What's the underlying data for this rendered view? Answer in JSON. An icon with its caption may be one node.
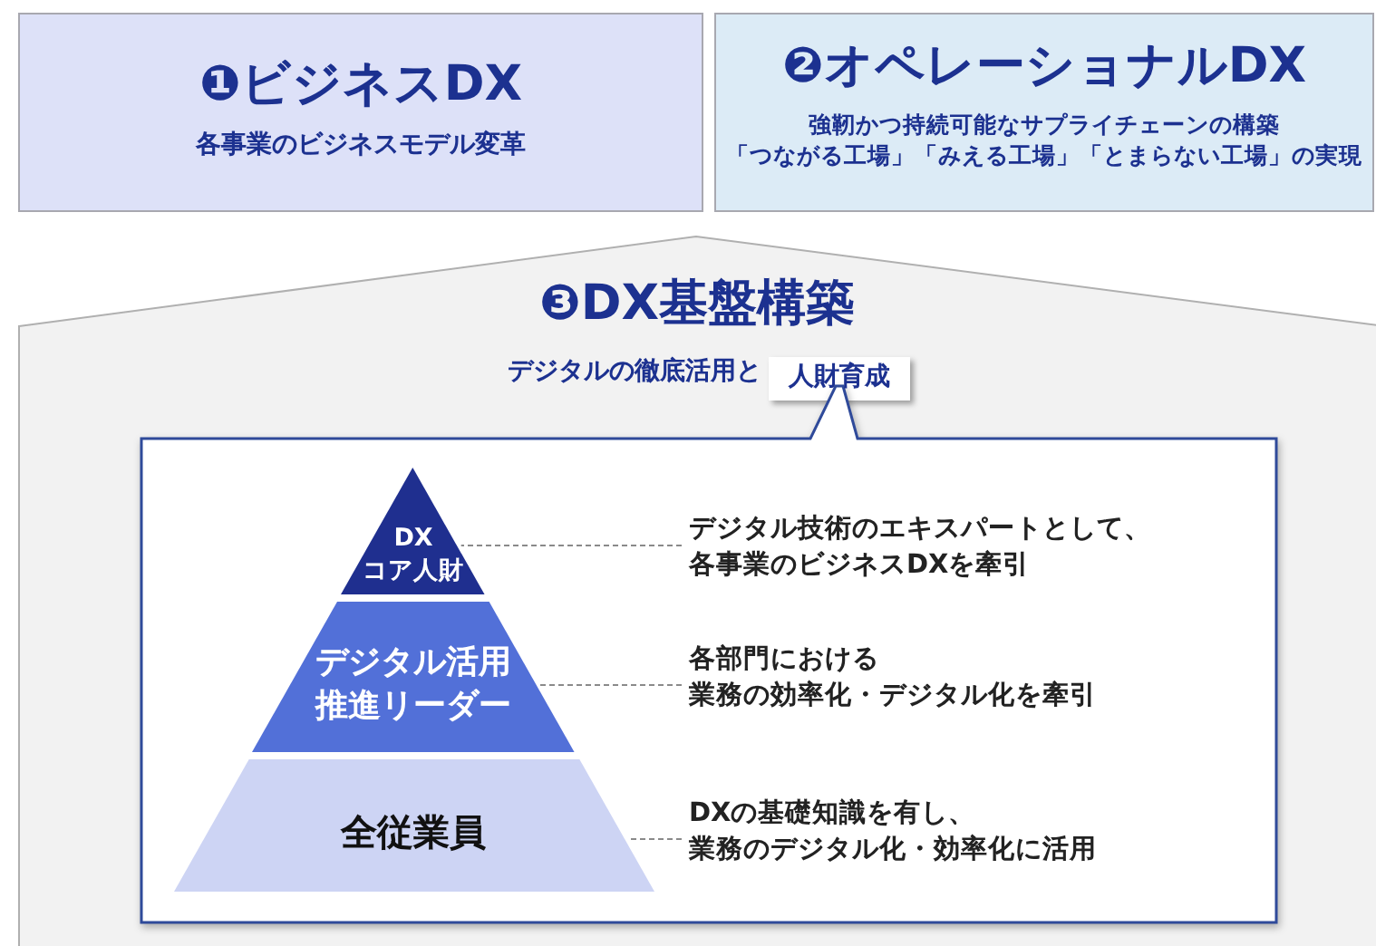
{
  "diagram": {
    "nodes": [
      {
        "text": [
          "❶ビジネスDX",
          "各事業のビジネスモデル変革"
        ]
      },
      {
        "text": [
          "❷オペレーショナルDX",
          "強靭かつ持続可能なサプライチェーンの構築「つながる工場」「みえる工場」「とまらない工場」の実現"
        ]
      },
      {
        "text": [
          "❸DX基盤構築",
          "デジタルの徹底活用と"
        ]
      },
      {
        "text": [
          "人財育成"
        ],
        "in": 2
      },
      {
        "text": [],
        "shape": "box",
        "in": 2
      },
      {
        "text": [
          "DX コア人財"
        ],
        "in": 4
      },
      {
        "text": [
          "デジタル活用推進リーダー"
        ],
        "in": 4
      },
      {
        "text": [
          "全従業員"
        ],
        "in": 4
      },
      {
        "text": [
          "デジタル技術のエキスパートとして、各事業のビジネスDXを牽引"
        ],
        "in": 4
      },
      {
        "text": [
          "各部門における業務の効率化・デジタル化を牽引"
        ],
        "in": 4
      },
      {
        "text": [
          "DXの基礎知識を有し、業務のデジタル化・効率化に活用"
        ],
        "in": 4
      }
    ],
    "edges": [
      {
        "from": 8,
        "to": 5,
        "arrow": "none",
        "style": "dashed"
      },
      {
        "from": 9,
        "to": 6,
        "arrow": "none",
        "style": "dashed"
      },
      {
        "from": 10,
        "to": 7,
        "arrow": "none",
        "style": "dashed"
      }
    ]
  }
}
